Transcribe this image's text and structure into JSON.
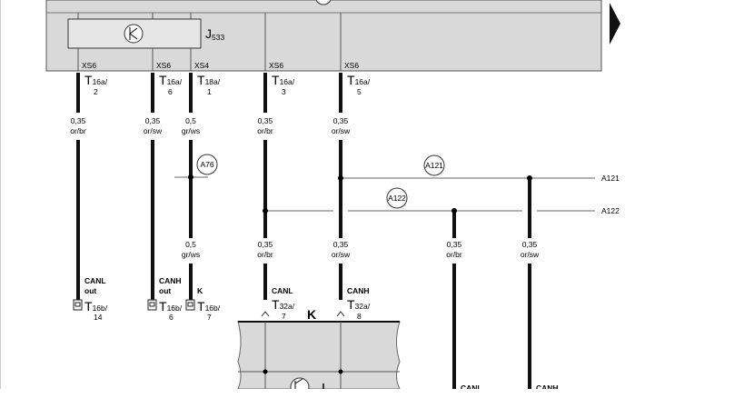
{
  "control_unit": {
    "name": "J",
    "sub": "533"
  },
  "module_k": {
    "name": "K"
  },
  "xs_labels": [
    "XS6",
    "XS6",
    "XS4",
    "XS6",
    "XS6"
  ],
  "top_connectors": [
    {
      "main": "T",
      "sub": "16a/",
      "pin": "2"
    },
    {
      "main": "T",
      "sub": "16a/",
      "pin": "6"
    },
    {
      "main": "T",
      "sub": "18a/",
      "pin": "1"
    },
    {
      "main": "T",
      "sub": "16a/",
      "pin": "3"
    },
    {
      "main": "T",
      "sub": "16a/",
      "pin": "5"
    }
  ],
  "wire_labels_upper": [
    {
      "size": "0,35",
      "color": "or/br"
    },
    {
      "size": "0,35",
      "color": "or/sw"
    },
    {
      "size": "0,5",
      "color": "gr/ws"
    },
    {
      "size": "0,35",
      "color": "or/br"
    },
    {
      "size": "0,35",
      "color": "or/sw"
    }
  ],
  "wire_labels_lower": [
    {
      "size": "0,5",
      "color": "gr/ws"
    },
    {
      "size": "0,35",
      "color": "or/br"
    },
    {
      "size": "0,35",
      "color": "or/sw"
    },
    {
      "size": "0,35",
      "color": "or/br"
    },
    {
      "size": "0,35",
      "color": "or/sw"
    }
  ],
  "nodes": [
    "A76",
    "A121",
    "A122"
  ],
  "bus_lines": [
    "A121",
    "A122"
  ],
  "signals": [
    {
      "line1": "CANL",
      "line2": "out"
    },
    {
      "line1": "CANH",
      "line2": "out"
    },
    {
      "line1": "K",
      "line2": ""
    },
    {
      "line1": "CANL",
      "line2": ""
    },
    {
      "line1": "CANH",
      "line2": ""
    },
    {
      "line1": "CANL",
      "line2": ""
    },
    {
      "line1": "CANH",
      "line2": ""
    }
  ],
  "bottom_connectors": [
    {
      "main": "T",
      "sub": "16b/",
      "pin": "14"
    },
    {
      "main": "T",
      "sub": "16b/",
      "pin": "6"
    },
    {
      "main": "T",
      "sub": "16b/",
      "pin": "7"
    },
    {
      "main": "T",
      "sub": "32a/",
      "pin": "7"
    },
    {
      "main": "T",
      "sub": "32a/",
      "pin": "8"
    }
  ]
}
